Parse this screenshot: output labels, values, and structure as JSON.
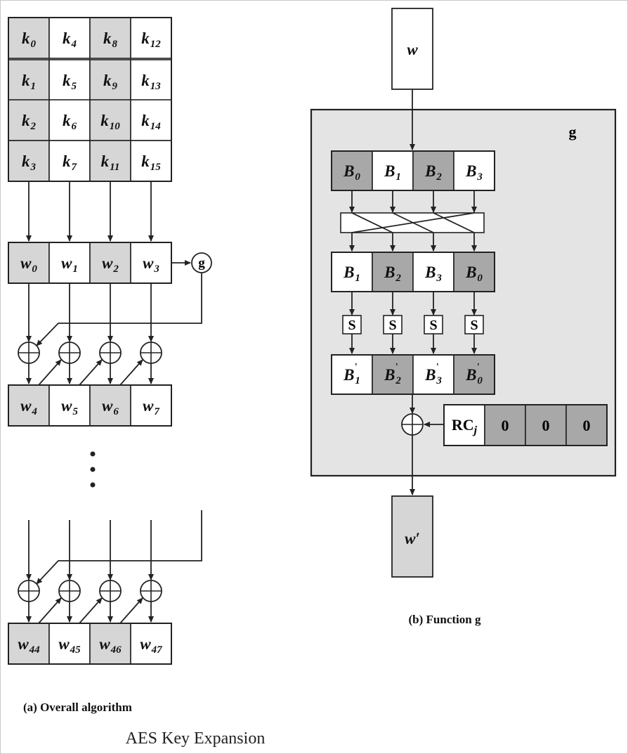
{
  "left": {
    "key_matrix": [
      [
        {
          "b": "k",
          "s": "0"
        },
        {
          "b": "k",
          "s": "4"
        },
        {
          "b": "k",
          "s": "8"
        },
        {
          "b": "k",
          "s": "12"
        }
      ],
      [
        {
          "b": "k",
          "s": "1"
        },
        {
          "b": "k",
          "s": "5"
        },
        {
          "b": "k",
          "s": "9"
        },
        {
          "b": "k",
          "s": "13"
        }
      ],
      [
        {
          "b": "k",
          "s": "2"
        },
        {
          "b": "k",
          "s": "6"
        },
        {
          "b": "k",
          "s": "10"
        },
        {
          "b": "k",
          "s": "14"
        }
      ],
      [
        {
          "b": "k",
          "s": "3"
        },
        {
          "b": "k",
          "s": "7"
        },
        {
          "b": "k",
          "s": "11"
        },
        {
          "b": "k",
          "s": "15"
        }
      ]
    ],
    "w_first": [
      {
        "b": "w",
        "s": "0"
      },
      {
        "b": "w",
        "s": "1"
      },
      {
        "b": "w",
        "s": "2"
      },
      {
        "b": "w",
        "s": "3"
      }
    ],
    "w_second": [
      {
        "b": "w",
        "s": "4"
      },
      {
        "b": "w",
        "s": "5"
      },
      {
        "b": "w",
        "s": "6"
      },
      {
        "b": "w",
        "s": "7"
      }
    ],
    "w_last": [
      {
        "b": "w",
        "s": "44"
      },
      {
        "b": "w",
        "s": "45"
      },
      {
        "b": "w",
        "s": "46"
      },
      {
        "b": "w",
        "s": "47"
      }
    ],
    "g_label": "g",
    "caption": "(a) Overall algorithm"
  },
  "right": {
    "input": "w",
    "box_label": "g",
    "row_b": [
      {
        "b": "B",
        "s": "0"
      },
      {
        "b": "B",
        "s": "1"
      },
      {
        "b": "B",
        "s": "2"
      },
      {
        "b": "B",
        "s": "3"
      }
    ],
    "row_rot": [
      {
        "b": "B",
        "s": "1"
      },
      {
        "b": "B",
        "s": "2"
      },
      {
        "b": "B",
        "s": "3"
      },
      {
        "b": "B",
        "s": "0"
      }
    ],
    "s_label": "S",
    "row_sub": [
      {
        "b": "B",
        "p": "'",
        "s": "1"
      },
      {
        "b": "B",
        "p": "'",
        "s": "2"
      },
      {
        "b": "B",
        "p": "'",
        "s": "3"
      },
      {
        "b": "B",
        "p": "'",
        "s": "0"
      }
    ],
    "rc_main": "RC",
    "rc_sub": "j",
    "rc_zeros": [
      "0",
      "0",
      "0"
    ],
    "output": "w′",
    "caption": "(b) Function g"
  },
  "title": "AES Key Expansion",
  "colors": {
    "shade": "#d6d6d6",
    "dark": "#a8a8a8",
    "panel": "#e4e4e4",
    "line": "#222222"
  }
}
